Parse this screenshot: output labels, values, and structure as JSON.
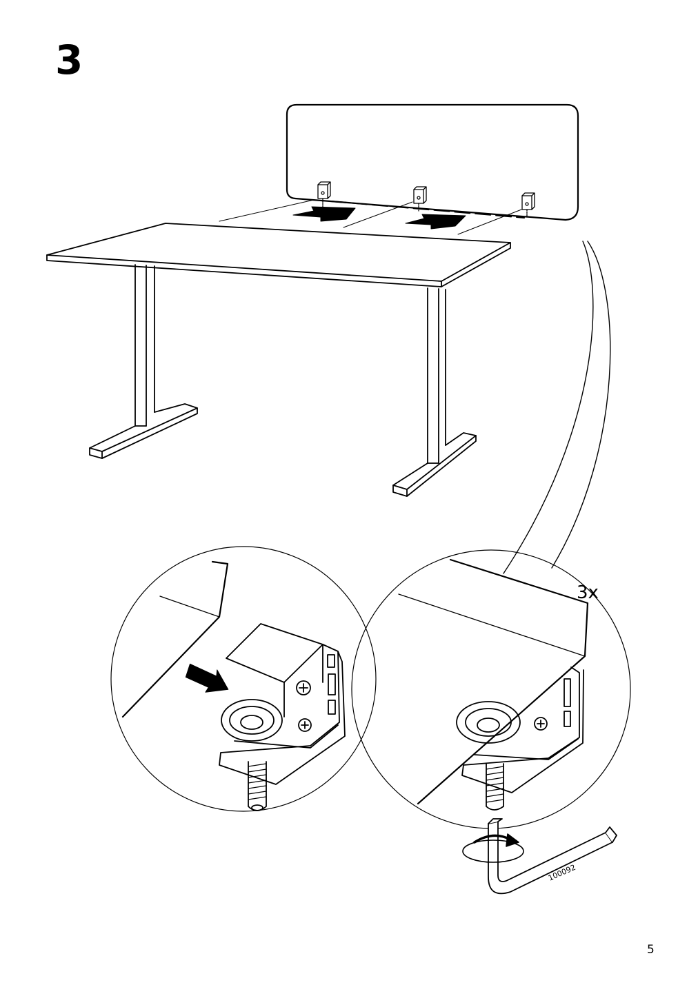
{
  "step": {
    "number": "3"
  },
  "callout": {
    "quantity": "3x"
  },
  "tool": {
    "part_number": "100092"
  },
  "page": {
    "number": "5"
  },
  "icons": [
    "screen-panel",
    "desk",
    "clamp-bracket",
    "push-arrow",
    "allen-key",
    "rotate-arrow"
  ]
}
